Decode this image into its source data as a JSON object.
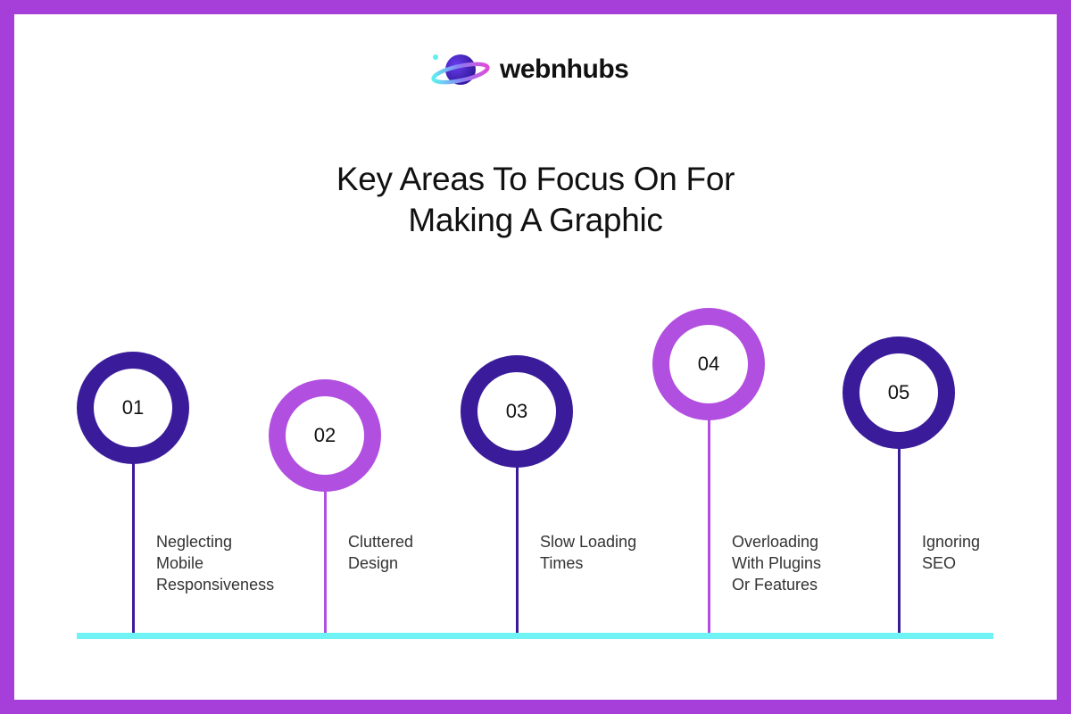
{
  "brand": {
    "name": "webnhubs"
  },
  "title": {
    "line1": "Key Areas To Focus On For",
    "line2": "Making A Graphic"
  },
  "colors": {
    "border": "#a63fd9",
    "dark_purple": "#3a1c9a",
    "light_purple": "#b14fe0",
    "baseline": "#6ff3f4"
  },
  "steps": [
    {
      "number": "01",
      "label_lines": [
        "Neglecting",
        "Mobile",
        "Responsiveness"
      ],
      "color": "dark_purple"
    },
    {
      "number": "02",
      "label_lines": [
        "Cluttered",
        "Design"
      ],
      "color": "light_purple"
    },
    {
      "number": "03",
      "label_lines": [
        "Slow Loading",
        "Times"
      ],
      "color": "dark_purple"
    },
    {
      "number": "04",
      "label_lines": [
        "Overloading",
        "With Plugins",
        "Or Features"
      ],
      "color": "light_purple"
    },
    {
      "number": "05",
      "label_lines": [
        "Ignoring",
        "SEO"
      ],
      "color": "dark_purple"
    }
  ]
}
